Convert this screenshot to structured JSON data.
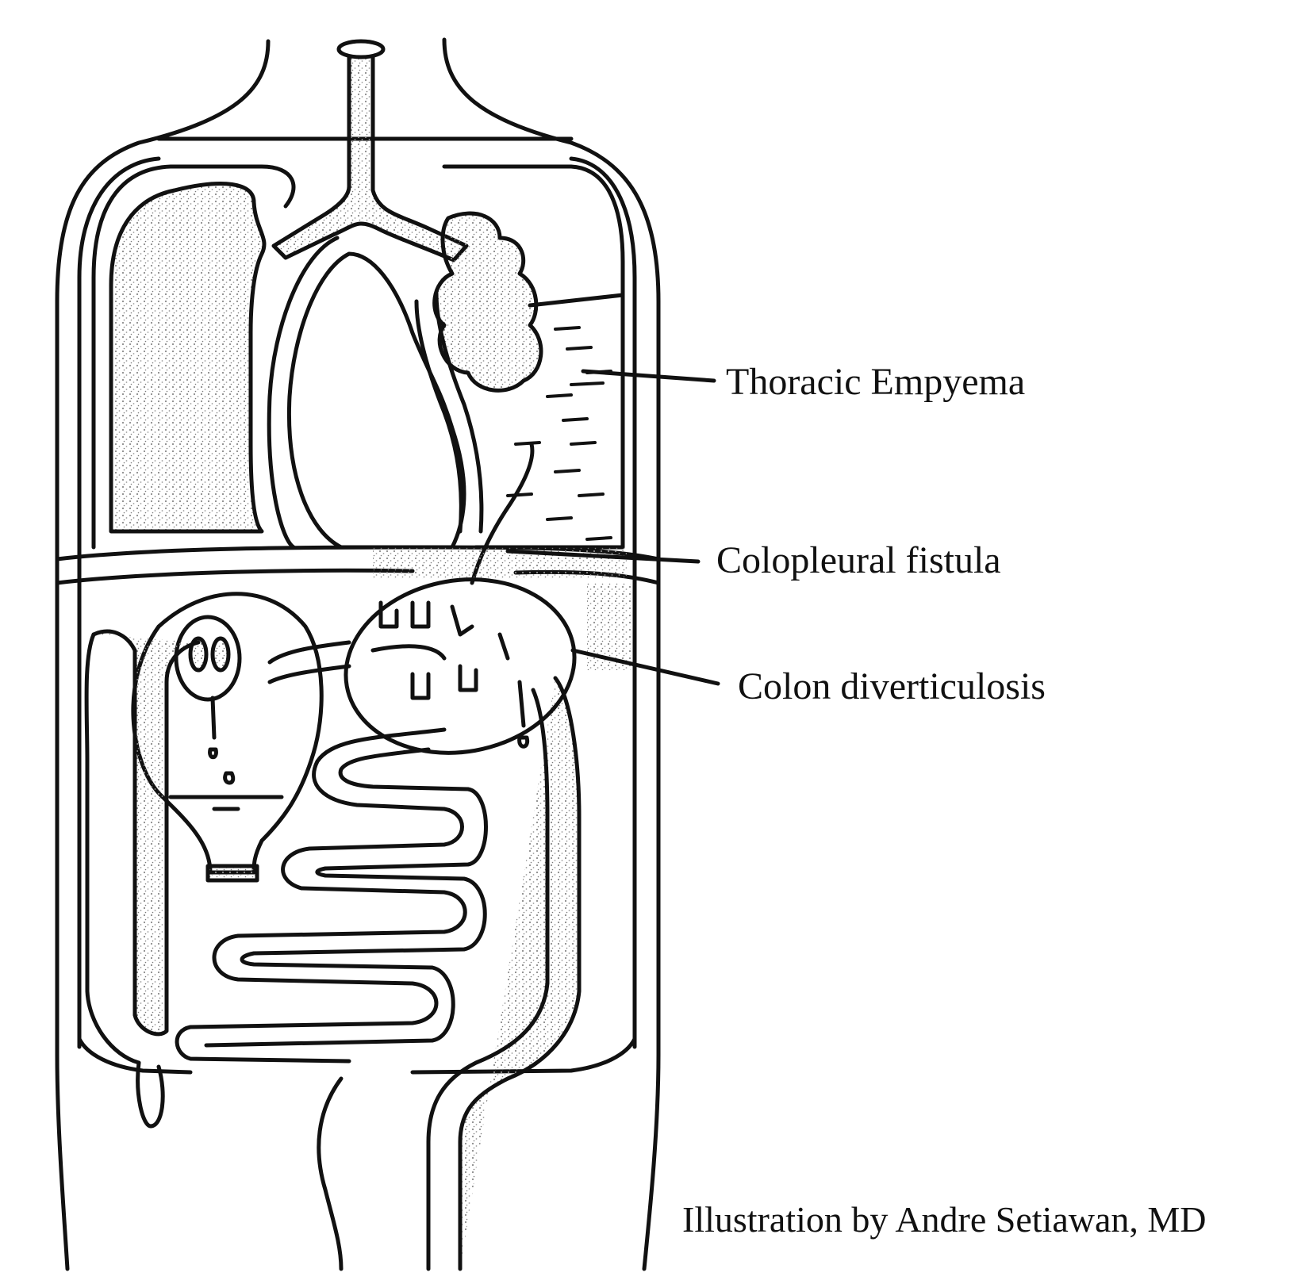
{
  "labels": {
    "thoracic_empyema": "Thoracic Empyema",
    "colopleural_fistula": "Colopleural fistula",
    "colon_diverticulosis": "Colon diverticulosis"
  },
  "credit": "Illustration by Andre Setiawan, MD",
  "colors": {
    "ink": "#111111",
    "stipple": "#9a9a9a",
    "background": "#ffffff"
  }
}
